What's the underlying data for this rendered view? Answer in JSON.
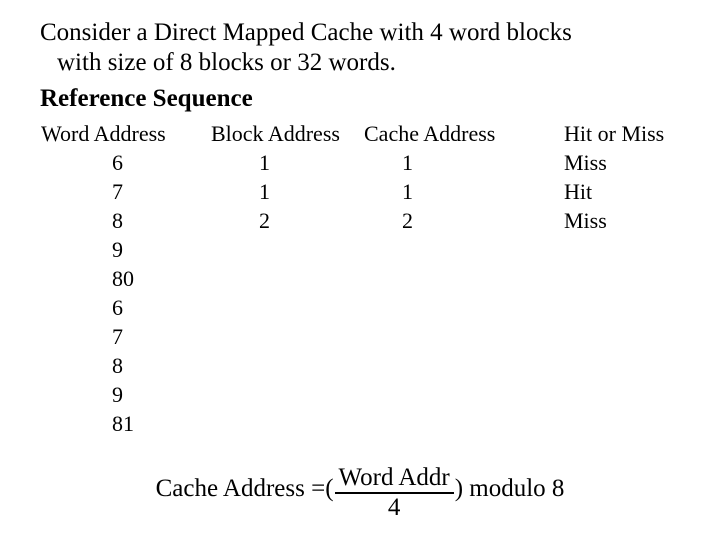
{
  "slide": {
    "intro_lines": [
      "Consider a Direct Mapped Cache with 4 word blocks",
      "with size of 8 blocks or 32 words."
    ],
    "section_title": "Reference Sequence"
  },
  "table": {
    "headers": {
      "word_address": "Word Address",
      "block_address": "Block Address",
      "cache_address": "Cache Address",
      "hit_or_miss": "Hit or Miss"
    },
    "rows": [
      {
        "word_address": "6",
        "block_address": "1",
        "cache_address": "1",
        "hit_or_miss": "Miss"
      },
      {
        "word_address": "7",
        "block_address": "1",
        "cache_address": "1",
        "hit_or_miss": "Hit"
      },
      {
        "word_address": "8",
        "block_address": "2",
        "cache_address": "2",
        "hit_or_miss": "Miss"
      },
      {
        "word_address": "9",
        "block_address": "",
        "cache_address": "",
        "hit_or_miss": ""
      },
      {
        "word_address": "80",
        "block_address": "",
        "cache_address": "",
        "hit_or_miss": ""
      },
      {
        "word_address": "6",
        "block_address": "",
        "cache_address": "",
        "hit_or_miss": ""
      },
      {
        "word_address": "7",
        "block_address": "",
        "cache_address": "",
        "hit_or_miss": ""
      },
      {
        "word_address": "8",
        "block_address": "",
        "cache_address": "",
        "hit_or_miss": ""
      },
      {
        "word_address": "9",
        "block_address": "",
        "cache_address": "",
        "hit_or_miss": ""
      },
      {
        "word_address": "81",
        "block_address": "",
        "cache_address": "",
        "hit_or_miss": ""
      }
    ]
  },
  "formula": {
    "lhs": "Cache Address =(",
    "numerator": "Word Addr",
    "denominator": "4",
    "rhs": ") modulo 8"
  },
  "colors": {
    "background": "#ffffff",
    "text": "#000000",
    "rule": "#000000"
  }
}
